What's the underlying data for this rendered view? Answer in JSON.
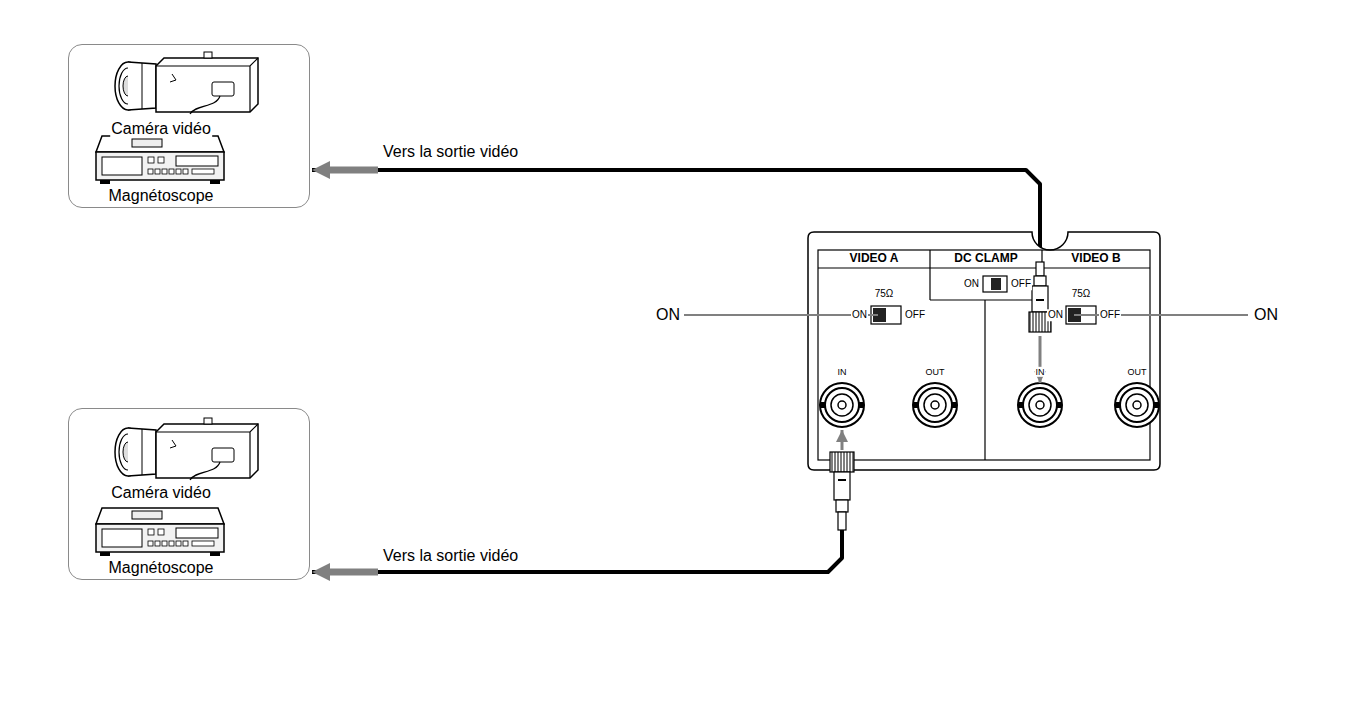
{
  "diagram": {
    "nodes": [
      {
        "text": [
          "Caméra vidéo",
          "Magnétoscope"
        ]
      },
      {
        "text": [
          "Caméra vidéo",
          "Magnétoscope"
        ]
      },
      {
        "text": [
          "VIDEO A",
          "75Ω",
          "ON",
          "OFF",
          "IN",
          "OUT"
        ]
      },
      {
        "text": [
          "DC CLAMP",
          "ON",
          "OFF"
        ]
      },
      {
        "text": [
          "VIDEO B",
          "75Ω",
          "ON",
          "OFF",
          "IN",
          "OUT"
        ]
      }
    ],
    "edges": [
      {
        "from": 4,
        "to": 0,
        "arrow": "to",
        "label": "Vers la sortie vidéo"
      },
      {
        "from": 2,
        "to": 1,
        "arrow": "to",
        "label": "Vers la sortie vidéo"
      }
    ],
    "labels": [
      "ON",
      "ON"
    ]
  }
}
